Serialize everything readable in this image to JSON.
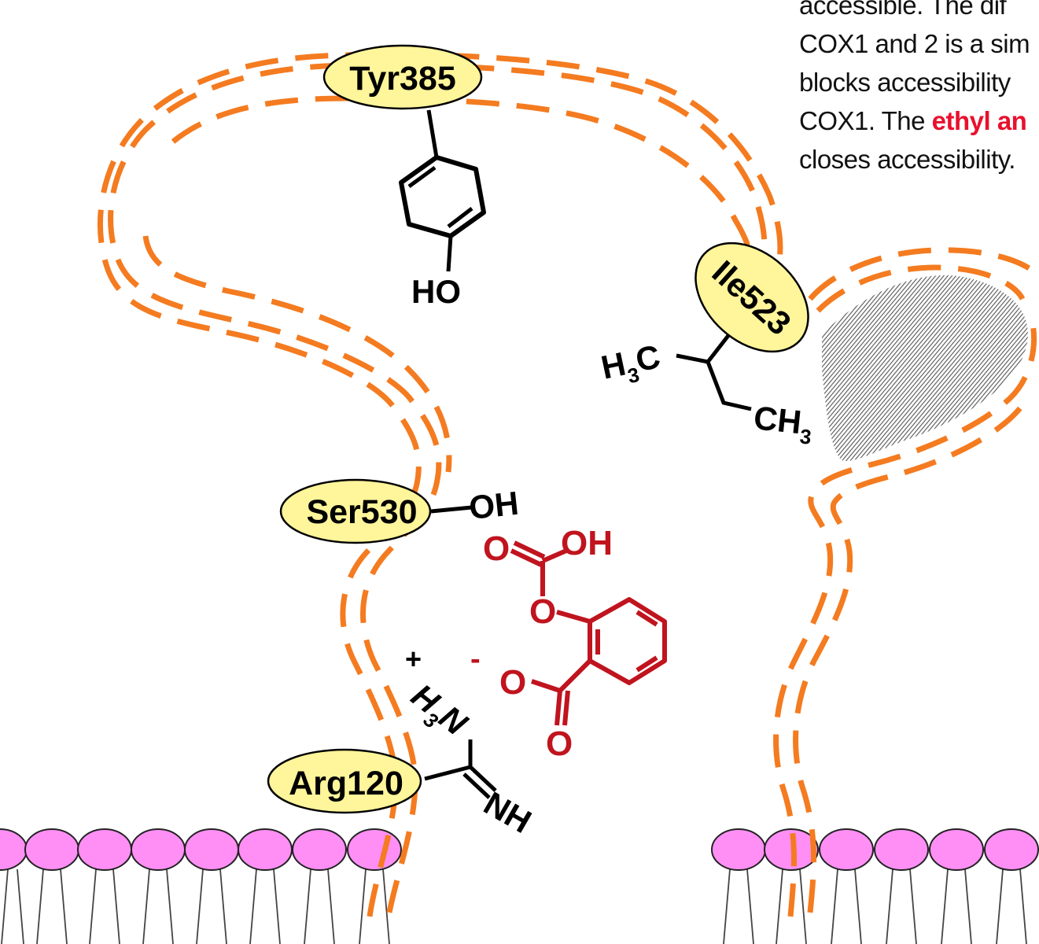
{
  "caption": {
    "line1": "accessible. The dif",
    "line2": "COX1 and 2 is a sim",
    "line3": "blocks accessibility",
    "line4_prefix": "COX1. The ",
    "line4_highlight": "ethyl an",
    "line5": "closes accessibility."
  },
  "residues": {
    "tyr": "Tyr385",
    "ile": "Ile523",
    "ser": "Ser530",
    "arg": "Arg120"
  },
  "tyr_group": {
    "hydroxyl": "HO"
  },
  "ile_group": {
    "left_main": "H",
    "left_sub": "3",
    "left_tail": "C",
    "right_main": "CH",
    "right_sub": "3"
  },
  "ser_group": {
    "hydroxyl": "OH"
  },
  "arg_group": {
    "plus": "+",
    "amine_h": "H",
    "amine_sub": "3",
    "amine_n": "N",
    "imine": "NH"
  },
  "aspirin": {
    "carbonyl_o": "O",
    "hydroxyl": "OH",
    "ester_o": "O",
    "carboxylate_o": "O",
    "minus": "-",
    "bottom_o": "O"
  },
  "colors": {
    "channel": "#f47b20",
    "residue_fill": "#fff59a",
    "aspirin": "#c0141e",
    "lipid_head": "#ff8ff5",
    "highlight_text": "#e8112d"
  }
}
